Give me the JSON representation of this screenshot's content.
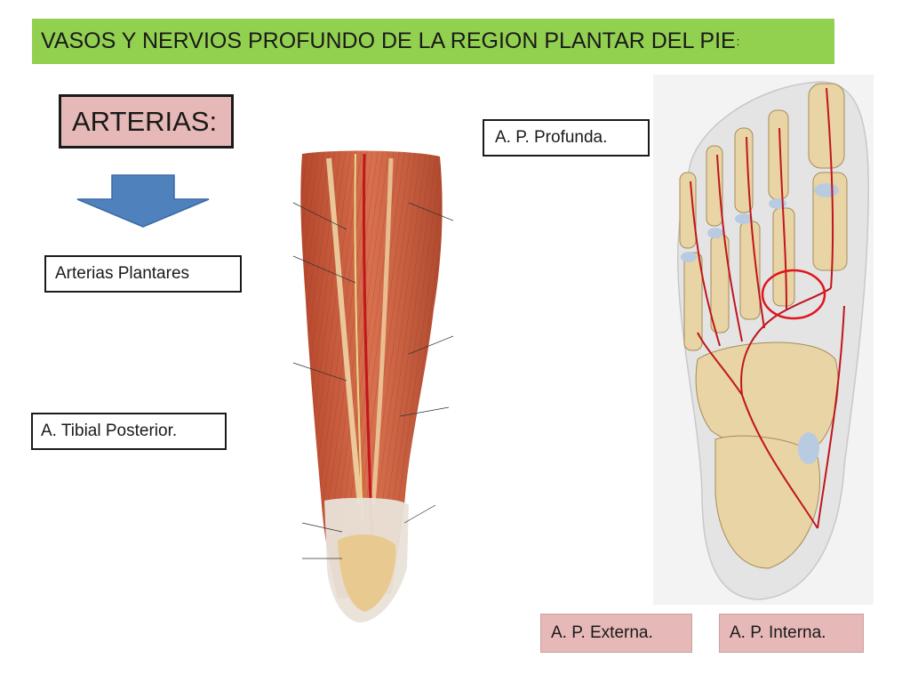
{
  "slide": {
    "title": "VASOS Y NERVIOS PROFUNDO DE LA REGION PLANTAR DEL PIE",
    "title_suffix": ":",
    "heading": "ARTERIAS:",
    "labels": {
      "plantares": "Arterias Plantares",
      "tibial": "A. Tibial Posterior.",
      "profunda": "A. P. Profunda.",
      "externa": "A. P. Externa.",
      "interna": "A. P. Interna."
    }
  },
  "colors": {
    "title_bg": "#92d050",
    "heading_bg": "#e6b8b7",
    "arrow": "#4f81bd",
    "artery": "#c0161c",
    "highlight_circle": "#e0161c"
  },
  "images": {
    "leg": "leg-muscles-arteries-illustration",
    "foot": "foot-plantar-arteries-illustration"
  }
}
